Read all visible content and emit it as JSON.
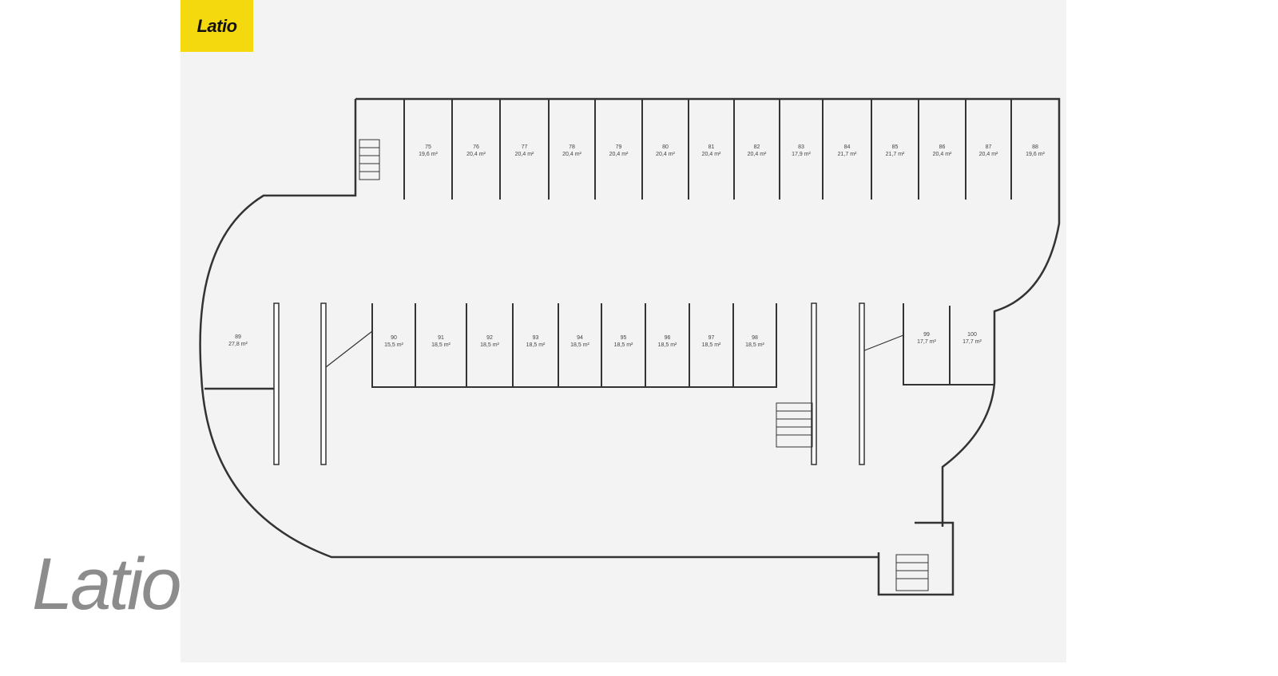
{
  "brand": {
    "logo_text": "Latio",
    "watermark_text": "Latio",
    "accent": "#f5d90f"
  },
  "units_top": [
    {
      "no": "75",
      "area": "19,6 m²"
    },
    {
      "no": "76",
      "area": "20,4 m²"
    },
    {
      "no": "77",
      "area": "20,4 m²"
    },
    {
      "no": "78",
      "area": "20,4 m²"
    },
    {
      "no": "79",
      "area": "20,4 m²"
    },
    {
      "no": "80",
      "area": "20,4 m²"
    },
    {
      "no": "81",
      "area": "20,4 m²"
    },
    {
      "no": "82",
      "area": "20,4 m²"
    },
    {
      "no": "83",
      "area": "17,9 m²"
    },
    {
      "no": "84",
      "area": "21,7 m²"
    },
    {
      "no": "85",
      "area": "21,7 m²"
    },
    {
      "no": "86",
      "area": "20,4 m²"
    },
    {
      "no": "87",
      "area": "20,4 m²"
    },
    {
      "no": "88",
      "area": "19,6 m²"
    }
  ],
  "units_bottom": [
    {
      "no": "90",
      "area": "15,5 m²"
    },
    {
      "no": "91",
      "area": "18,5 m²"
    },
    {
      "no": "92",
      "area": "18,5 m²"
    },
    {
      "no": "93",
      "area": "18,5 m²"
    },
    {
      "no": "94",
      "area": "18,5 m²"
    },
    {
      "no": "95",
      "area": "18,5 m²"
    },
    {
      "no": "96",
      "area": "18,5 m²"
    },
    {
      "no": "97",
      "area": "18,5 m²"
    },
    {
      "no": "98",
      "area": "18,5 m²"
    }
  ],
  "unit_89": {
    "no": "89",
    "area": "27,8 m²"
  },
  "units_right": [
    {
      "no": "99",
      "area": "17,7 m²"
    },
    {
      "no": "100",
      "area": "17,7 m²"
    }
  ]
}
